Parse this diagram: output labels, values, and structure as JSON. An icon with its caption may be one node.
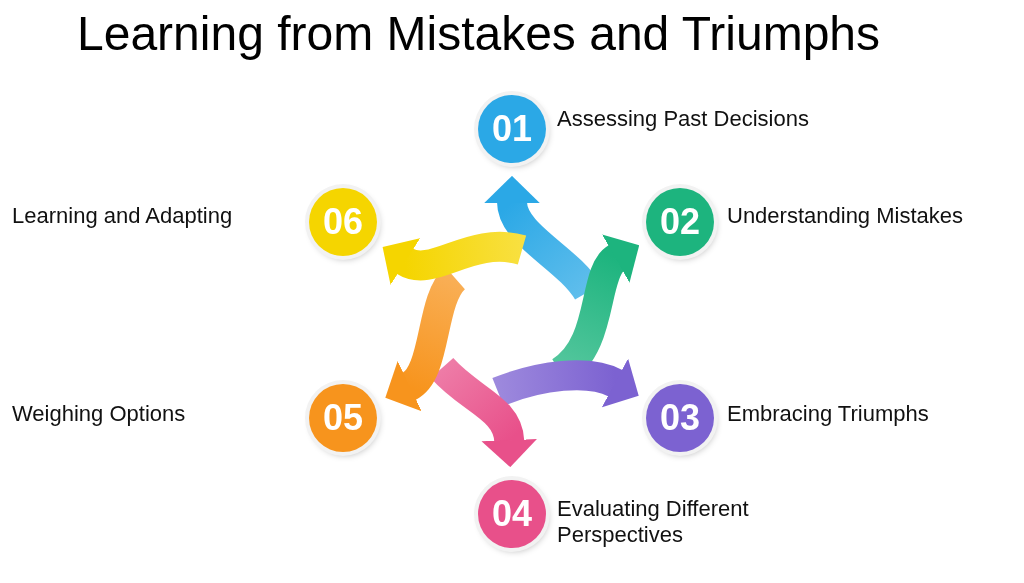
{
  "diagram": {
    "title": "Learning from Mistakes and Triumphs",
    "nodes": [
      {
        "text": [
          "01"
        ],
        "beside": [
          "Assessing Past Decisions"
        ]
      },
      {
        "text": [
          "02"
        ],
        "beside": [
          "Understanding Mistakes"
        ]
      },
      {
        "text": [
          "03"
        ],
        "beside": [
          "Embracing Triumphs"
        ]
      },
      {
        "text": [
          "04"
        ],
        "beside": [
          "Evaluating Different Perspectives"
        ]
      },
      {
        "text": [
          "05"
        ]
      },
      {
        "text": [
          "06"
        ]
      }
    ],
    "edges": [
      {
        "from": null,
        "to": 0,
        "arrow": "to",
        "color": "#2ba8e6"
      },
      {
        "from": null,
        "to": 1,
        "arrow": "to",
        "color": "#1db47e"
      },
      {
        "from": null,
        "to": 2,
        "arrow": "to",
        "color": "#7c62d1"
      },
      {
        "from": null,
        "to": 3,
        "arrow": "to",
        "color": "#e8508a"
      },
      {
        "from": null,
        "to": 4,
        "arrow": "to",
        "color": "#f7941d"
      },
      {
        "from": null,
        "to": 5,
        "arrow": "to",
        "color": "#f5d500"
      }
    ],
    "labels": [
      "Learning and Adapting",
      "Weighing Options"
    ]
  }
}
